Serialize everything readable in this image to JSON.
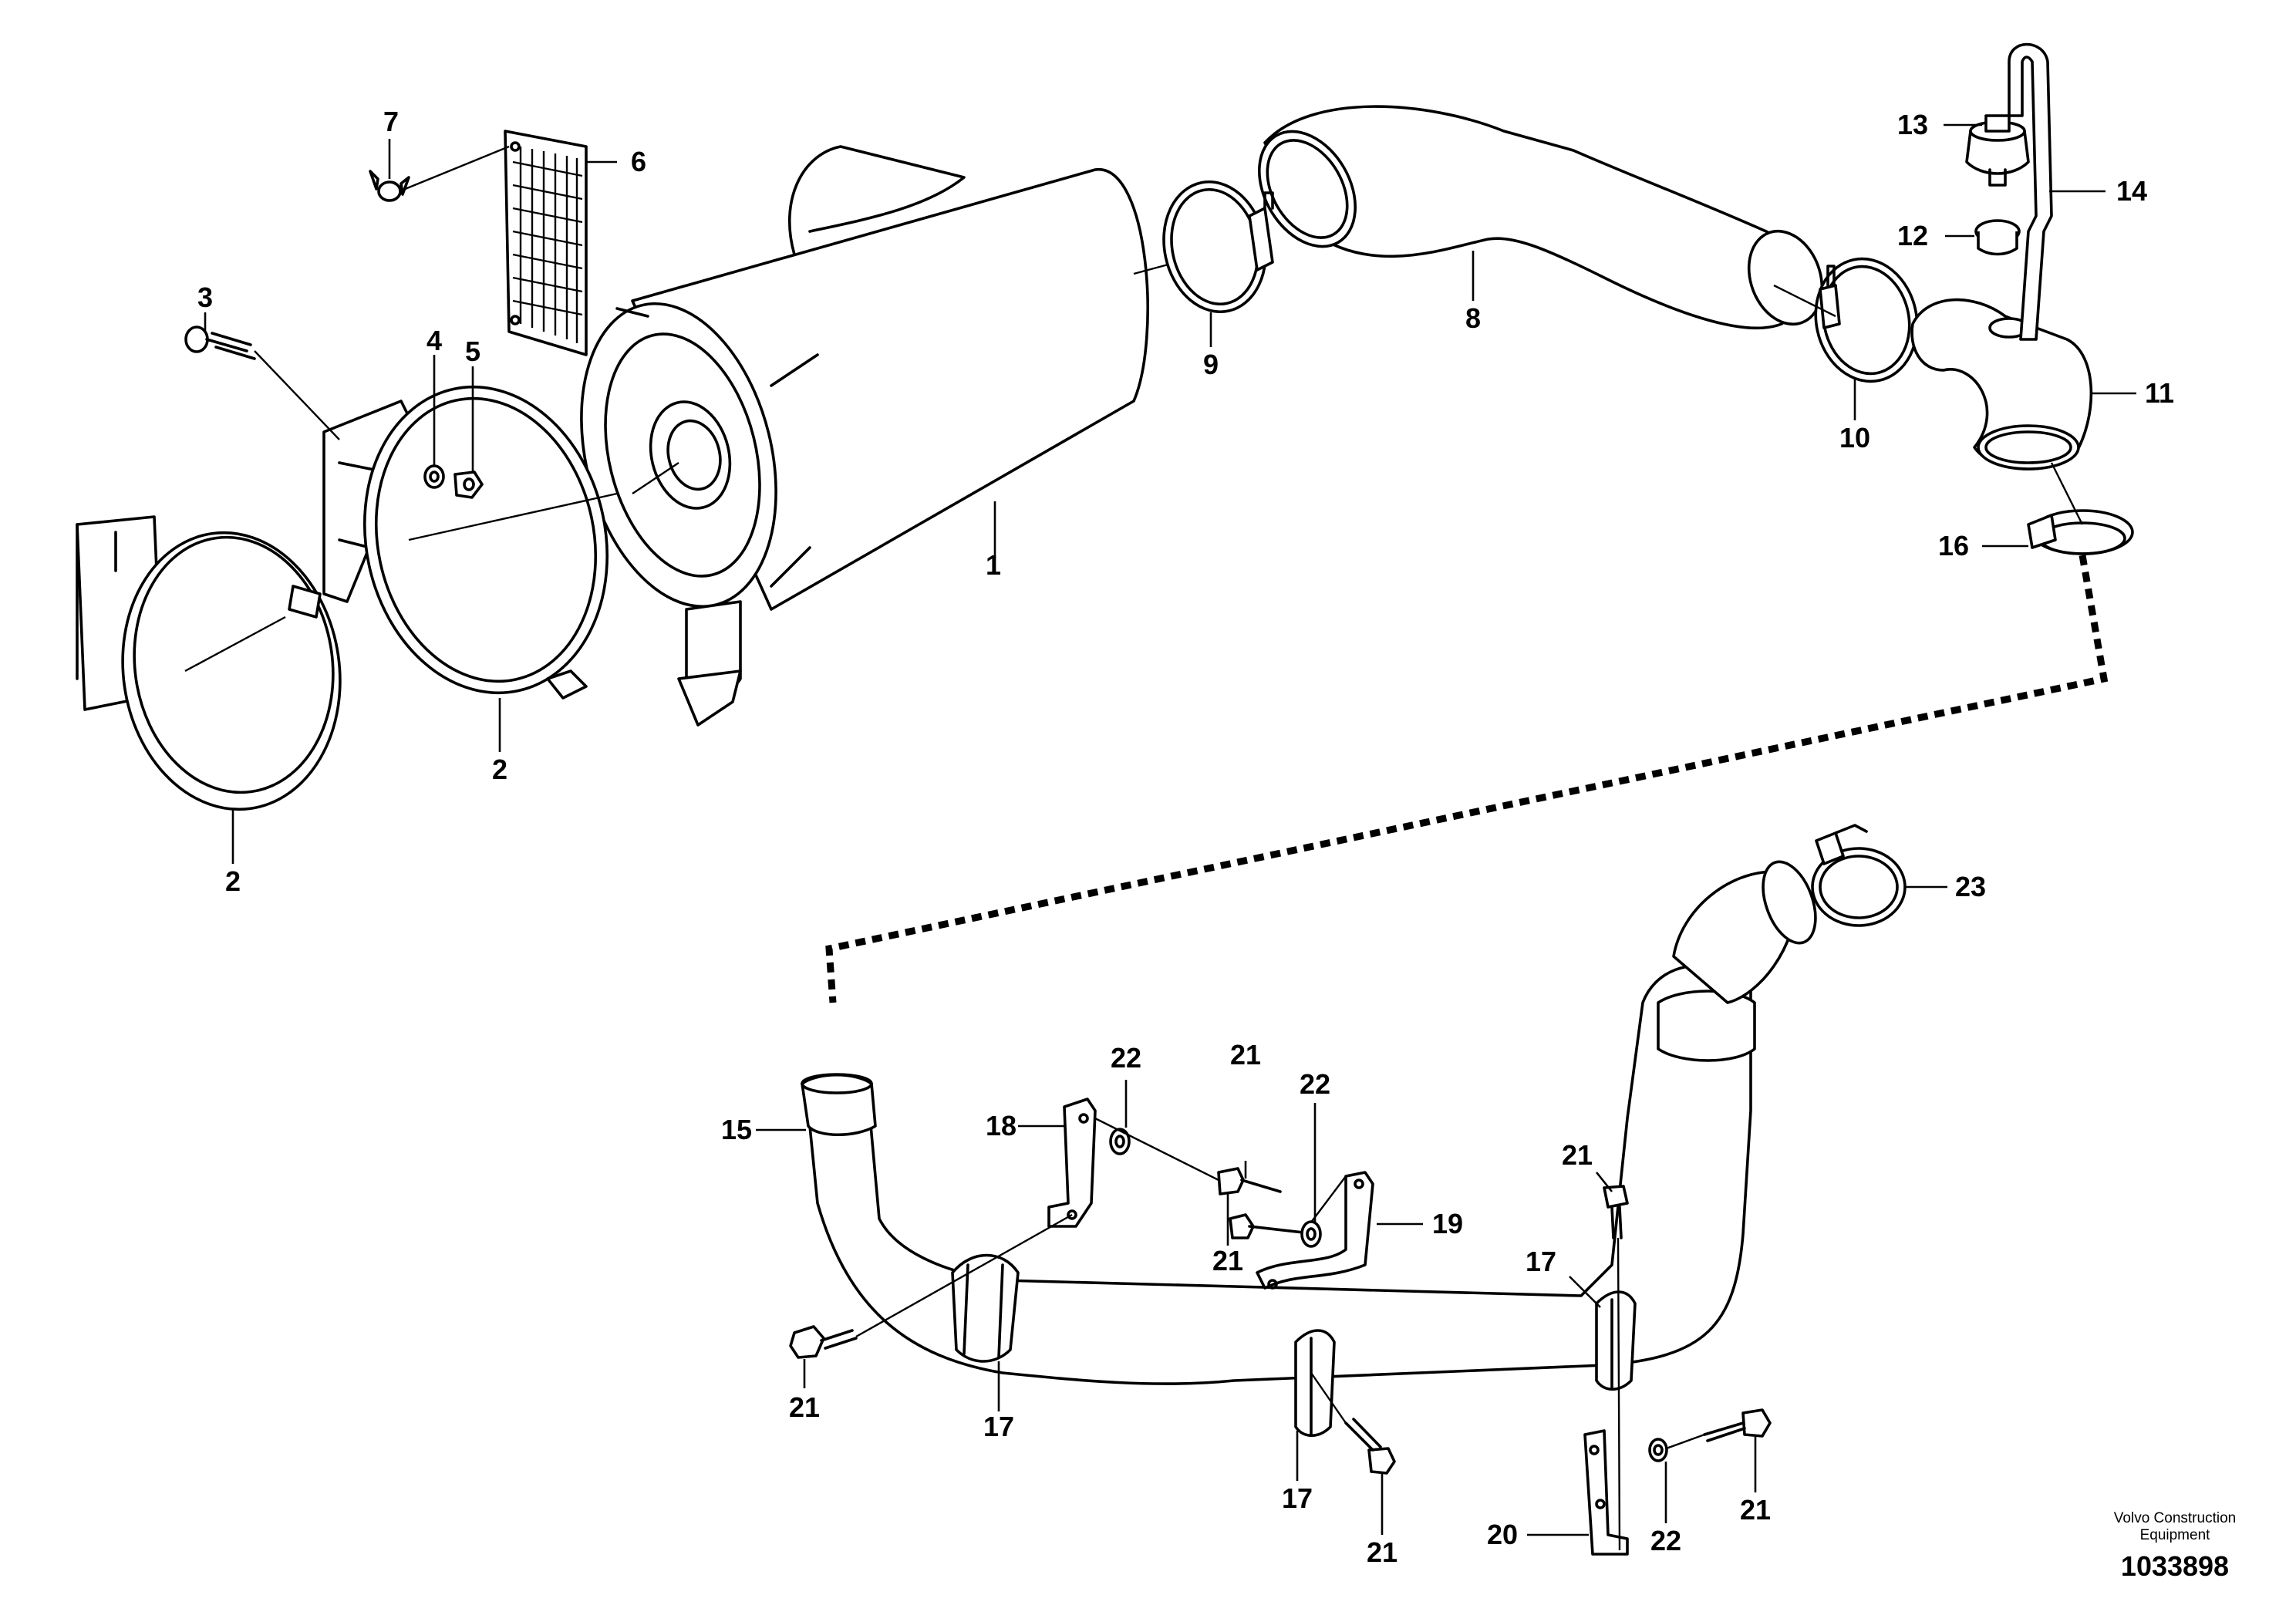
{
  "callouts": {
    "p1": "1",
    "p2a": "2",
    "p2b": "2",
    "p3": "3",
    "p4": "4",
    "p5": "5",
    "p6": "6",
    "p7": "7",
    "p8": "8",
    "p9": "9",
    "p10": "10",
    "p11": "11",
    "p12": "12",
    "p13": "13",
    "p14": "14",
    "p15": "15",
    "p16": "16",
    "p17a": "17",
    "p17b": "17",
    "p17c": "17",
    "p18": "18",
    "p19": "19",
    "p20": "20",
    "p21a": "21",
    "p21b": "21",
    "p21c": "21",
    "p21d": "21",
    "p21e": "21",
    "p21f": "21",
    "p22a": "22",
    "p22b": "22",
    "p22c": "22",
    "p23": "23"
  },
  "footer": {
    "brand_line1": "Volvo Construction",
    "brand_line2": "Equipment",
    "doc_number": "1033898"
  }
}
